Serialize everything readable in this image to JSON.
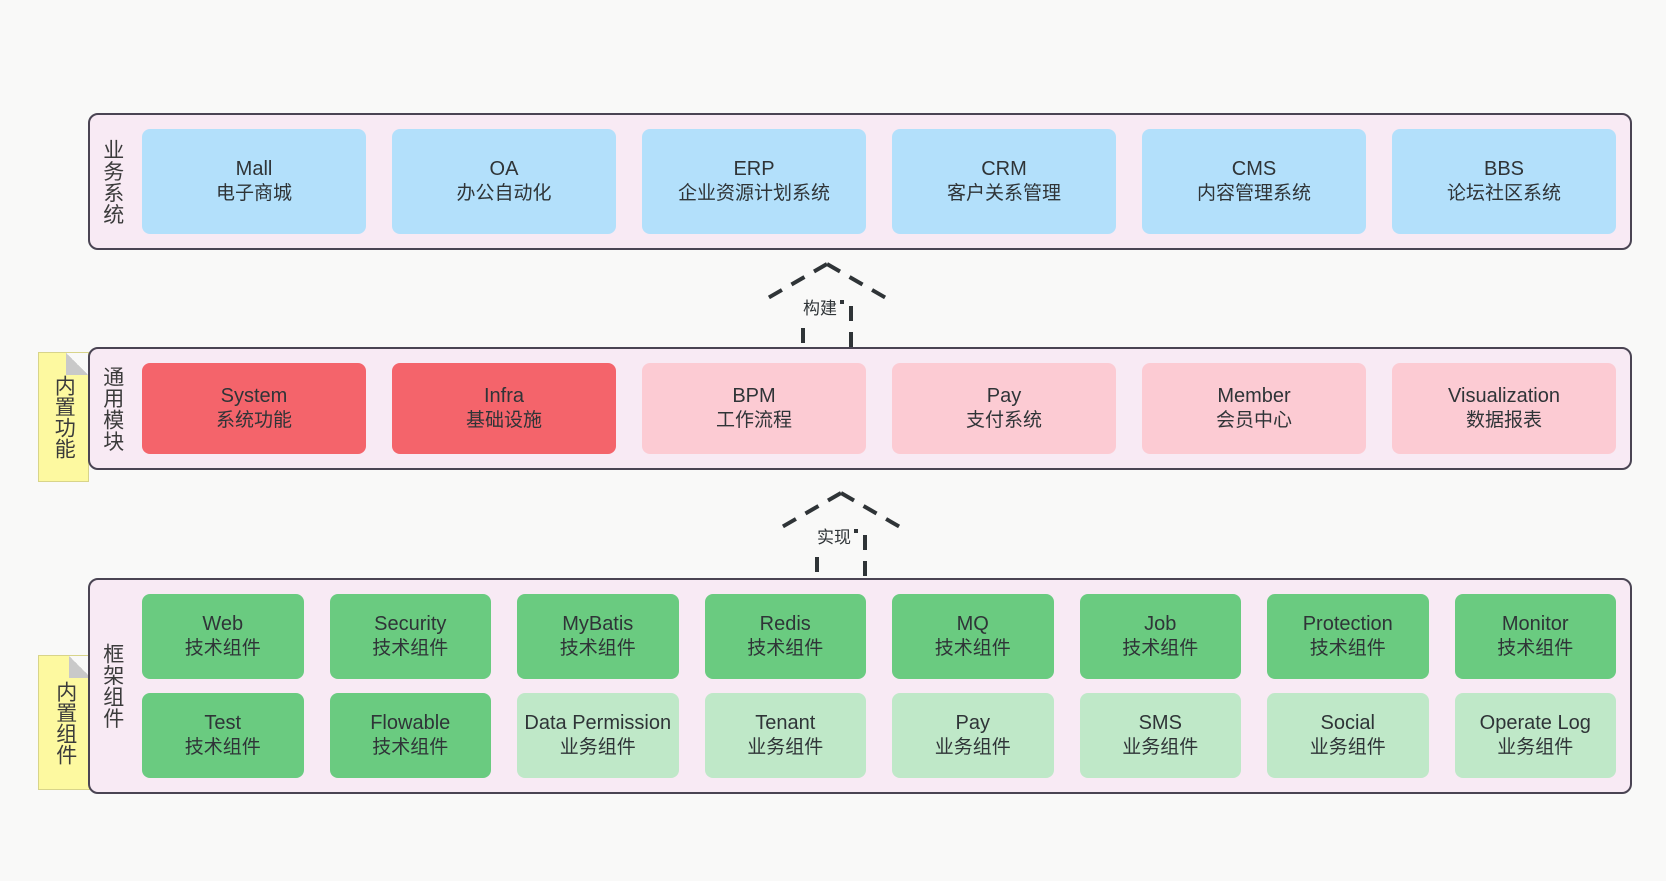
{
  "diagram": {
    "background_color": "#f9f9f8",
    "panel_fill": "#f8eaf4",
    "panel_border": "#4a4453",
    "note_fill": "#fdf9a0"
  },
  "layers": [
    {
      "label": "业务系统",
      "rows": [
        [
          {
            "title": "Mall",
            "subtitle": "电子商城",
            "color": "#b3e0fb",
            "variant": "c-blue"
          },
          {
            "title": "OA",
            "subtitle": "办公自动化",
            "color": "#b3e0fb",
            "variant": "c-blue"
          },
          {
            "title": "ERP",
            "subtitle": "企业资源计划系统",
            "color": "#b3e0fb",
            "variant": "c-blue"
          },
          {
            "title": "CRM",
            "subtitle": "客户关系管理",
            "color": "#b3e0fb",
            "variant": "c-blue"
          },
          {
            "title": "CMS",
            "subtitle": "内容管理系统",
            "color": "#b3e0fb",
            "variant": "c-blue"
          },
          {
            "title": "BBS",
            "subtitle": "论坛社区系统",
            "color": "#b3e0fb",
            "variant": "c-blue"
          }
        ]
      ]
    },
    {
      "label": "通用模块",
      "note": "内置功能",
      "rows": [
        [
          {
            "title": "System",
            "subtitle": "系统功能",
            "color": "#f4646b",
            "variant": "c-red"
          },
          {
            "title": "Infra",
            "subtitle": "基础设施",
            "color": "#f4646b",
            "variant": "c-red"
          },
          {
            "title": "BPM",
            "subtitle": "工作流程",
            "color": "#fccbd3",
            "variant": "c-pink"
          },
          {
            "title": "Pay",
            "subtitle": "支付系统",
            "color": "#fccbd3",
            "variant": "c-pink"
          },
          {
            "title": "Member",
            "subtitle": "会员中心",
            "color": "#fccbd3",
            "variant": "c-pink"
          },
          {
            "title": "Visualization",
            "subtitle": "数据报表",
            "color": "#fccbd3",
            "variant": "c-pink"
          }
        ]
      ]
    },
    {
      "label": "框架组件",
      "note": "内置组件",
      "rows": [
        [
          {
            "title": "Web",
            "subtitle": "技术组件",
            "color": "#6acb80",
            "variant": "c-green"
          },
          {
            "title": "Security",
            "subtitle": "技术组件",
            "color": "#6acb80",
            "variant": "c-green"
          },
          {
            "title": "MyBatis",
            "subtitle": "技术组件",
            "color": "#6acb80",
            "variant": "c-green"
          },
          {
            "title": "Redis",
            "subtitle": "技术组件",
            "color": "#6acb80",
            "variant": "c-green"
          },
          {
            "title": "MQ",
            "subtitle": "技术组件",
            "color": "#6acb80",
            "variant": "c-green"
          },
          {
            "title": "Job",
            "subtitle": "技术组件",
            "color": "#6acb80",
            "variant": "c-green"
          },
          {
            "title": "Protection",
            "subtitle": "技术组件",
            "color": "#6acb80",
            "variant": "c-green"
          },
          {
            "title": "Monitor",
            "subtitle": "技术组件",
            "color": "#6acb80",
            "variant": "c-green"
          }
        ],
        [
          {
            "title": "Test",
            "subtitle": "技术组件",
            "color": "#6acb80",
            "variant": "c-green"
          },
          {
            "title": "Flowable",
            "subtitle": "技术组件",
            "color": "#6acb80",
            "variant": "c-green"
          },
          {
            "title": "Data Permission",
            "subtitle": "业务组件",
            "color": "#bfe8c8",
            "variant": "c-lightgreen"
          },
          {
            "title": "Tenant",
            "subtitle": "业务组件",
            "color": "#bfe8c8",
            "variant": "c-lightgreen"
          },
          {
            "title": "Pay",
            "subtitle": "业务组件",
            "color": "#bfe8c8",
            "variant": "c-lightgreen"
          },
          {
            "title": "SMS",
            "subtitle": "业务组件",
            "color": "#bfe8c8",
            "variant": "c-lightgreen"
          },
          {
            "title": "Social",
            "subtitle": "业务组件",
            "color": "#bfe8c8",
            "variant": "c-lightgreen"
          },
          {
            "title": "Operate Log",
            "subtitle": "业务组件",
            "color": "#bfe8c8",
            "variant": "c-lightgreen"
          }
        ]
      ]
    }
  ],
  "connectors": [
    {
      "label": "构建"
    },
    {
      "label": "实现"
    }
  ]
}
